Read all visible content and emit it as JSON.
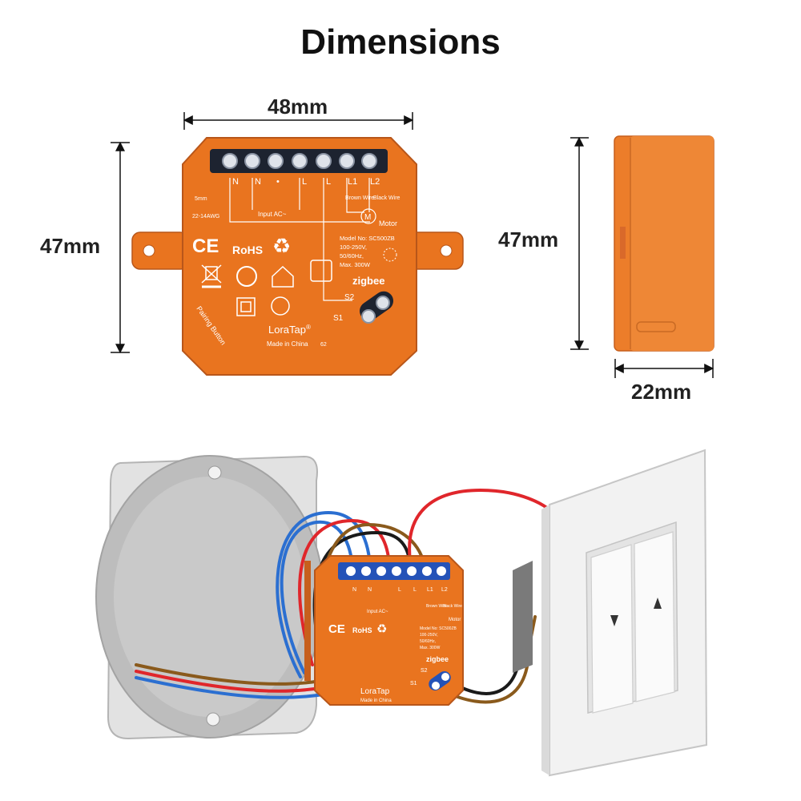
{
  "title": "Dimensions",
  "dimensions": {
    "width": "48mm",
    "height_front": "47mm",
    "height_side": "47mm",
    "depth": "22mm"
  },
  "module": {
    "terminals": [
      "N",
      "N",
      "•",
      "L",
      "L",
      "L1",
      "L2"
    ],
    "wire_gauge": "5mm",
    "awg": "22-14AWG",
    "input_label": "Input AC~",
    "brown_wire": "Brown Wire",
    "black_wire": "Black Wire",
    "motor_label": "Motor",
    "motor_symbol": "M",
    "model": "Model No: SC500ZB",
    "voltage": "100-250V,",
    "frequency": "50/60Hz,",
    "max_power": "Max. 300W",
    "zigbee": "zigbee",
    "s1": "S1",
    "s2": "S2",
    "ce": "CE",
    "rohs": "RoHS",
    "pairing_button": "Pairing Button",
    "brand": "LoraTap",
    "registered": "®",
    "made_in": "Made in China",
    "code": "62"
  },
  "colors": {
    "orange": "#e9741f",
    "orange_side": "#ec7d2a",
    "terminal_bar": "#1d2330",
    "wire_blue": "#2b6fd1",
    "wire_red": "#e0262b",
    "wire_brown": "#8a5a1c",
    "wire_black": "#1a1a1a",
    "box_gray": "#cfcfcf"
  }
}
